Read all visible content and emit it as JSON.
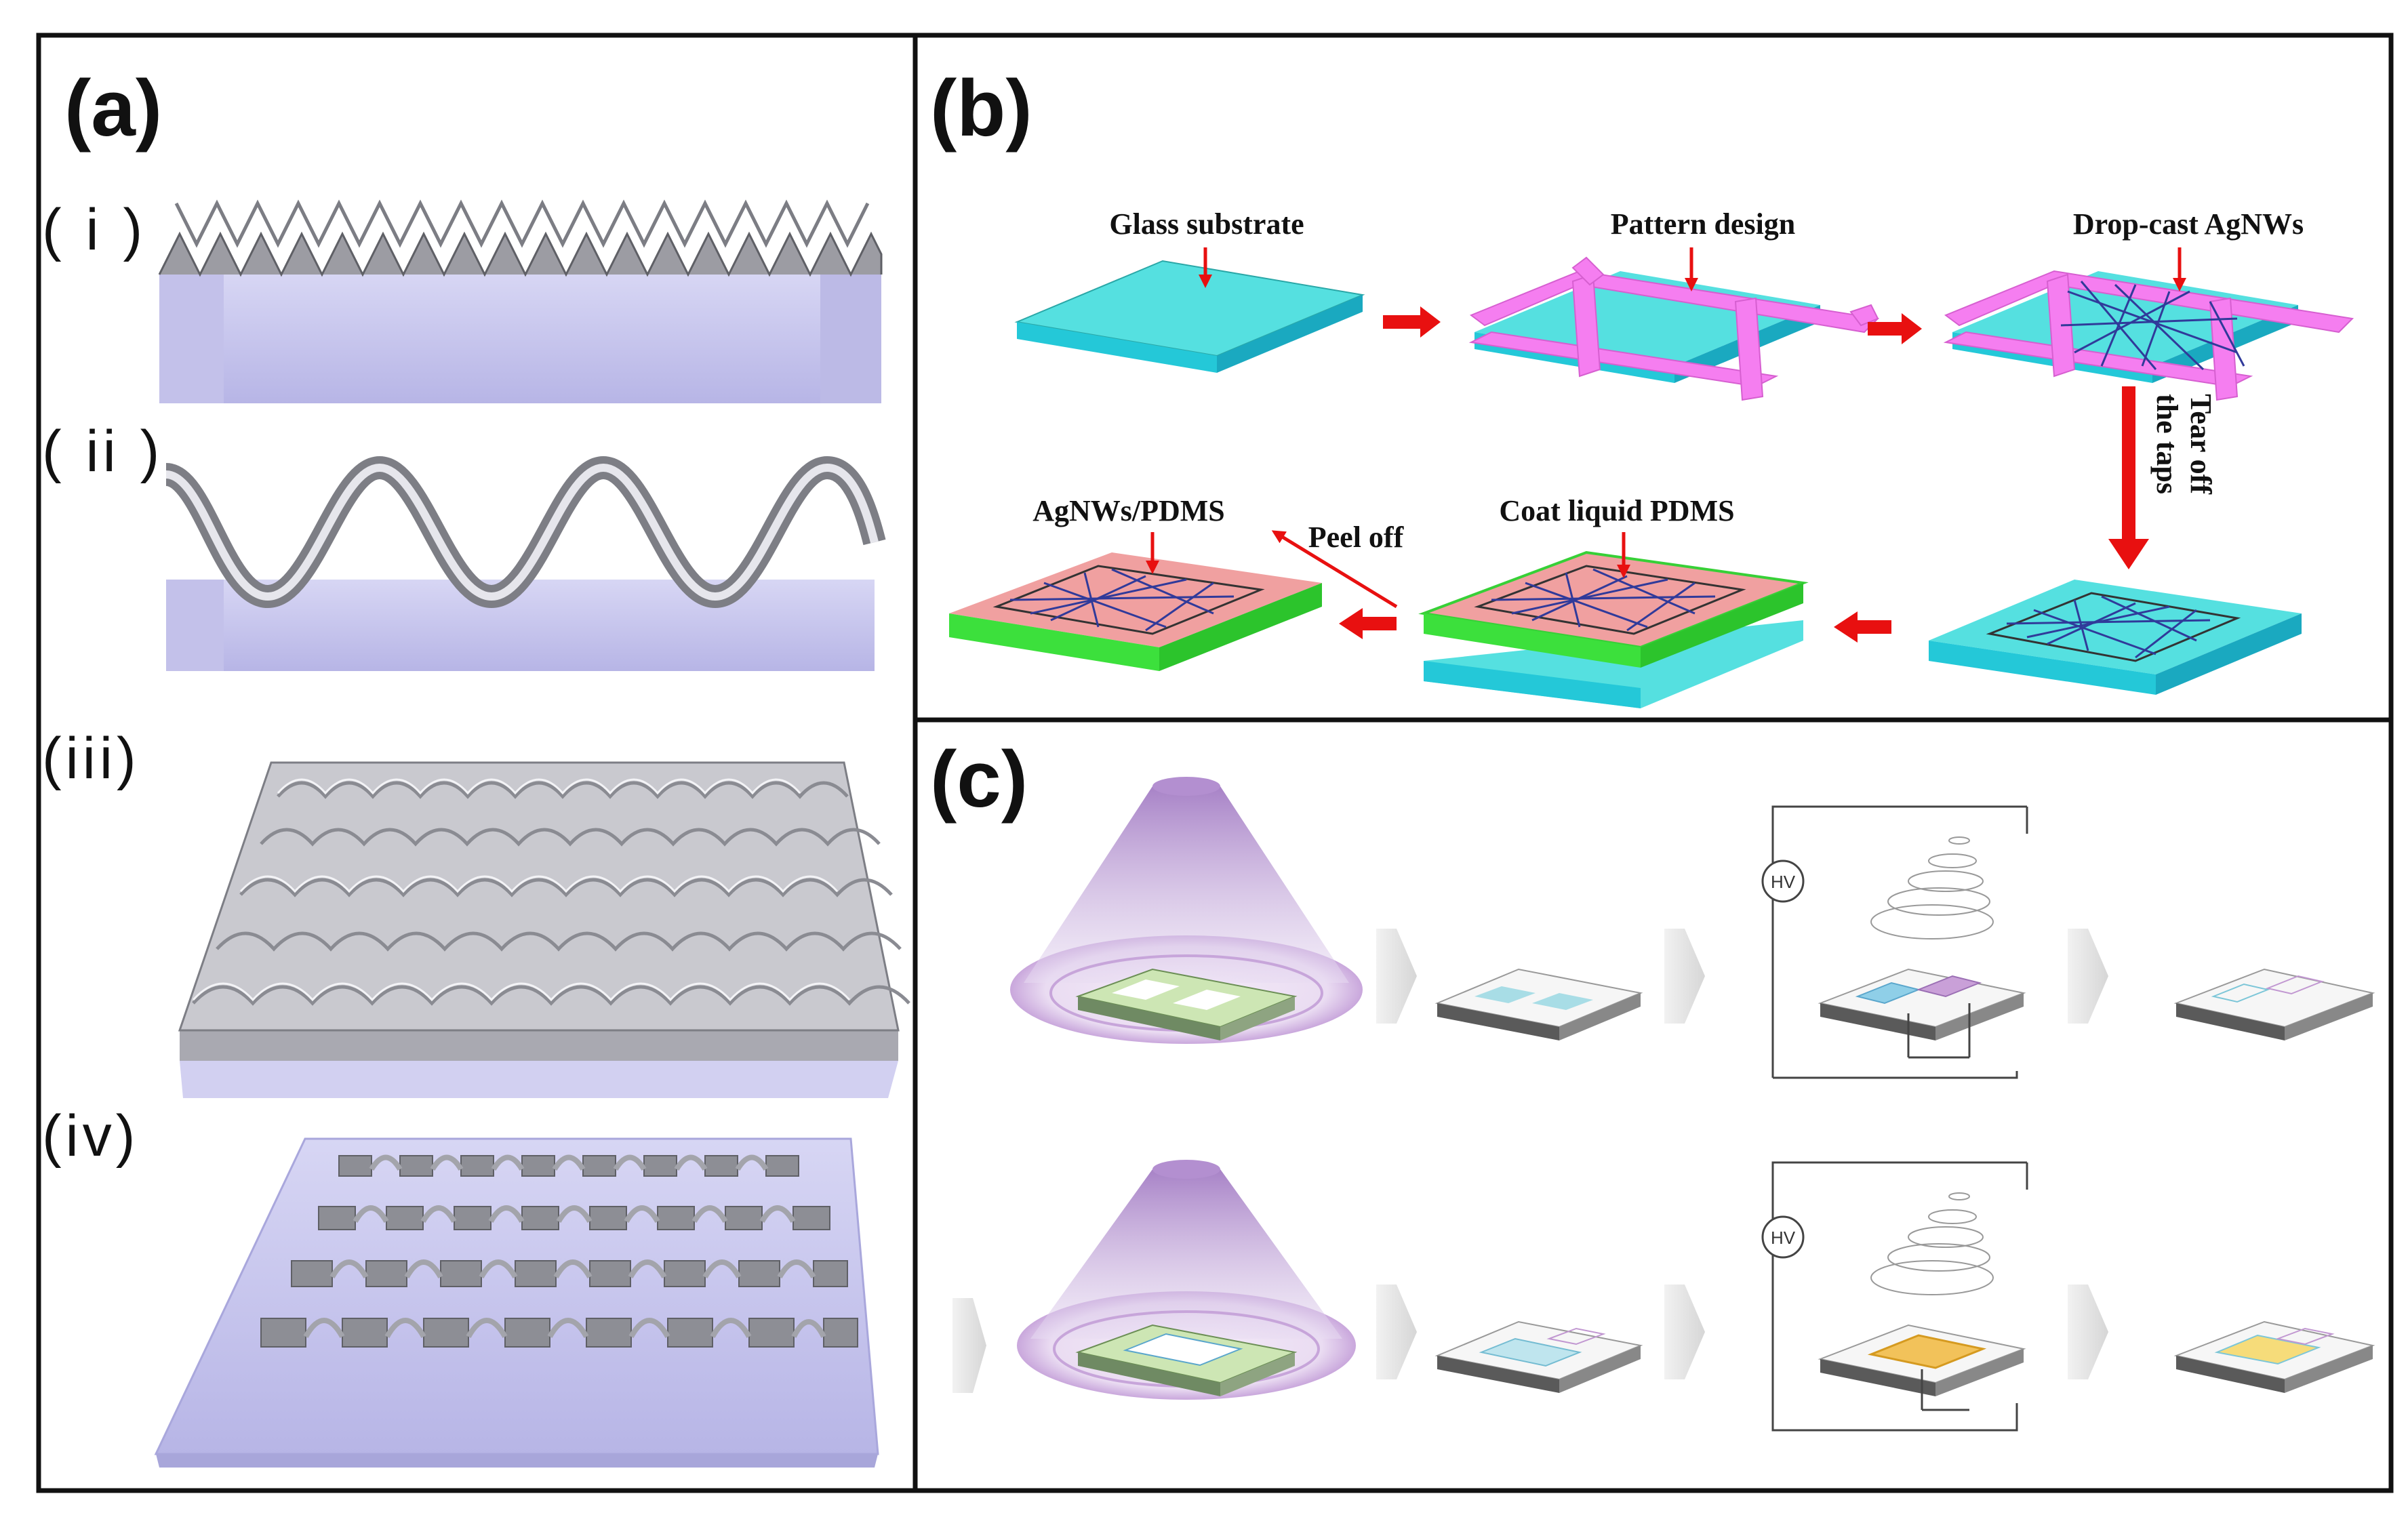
{
  "panels": {
    "a": {
      "label": "(a)",
      "items": [
        {
          "tag": "( i )"
        },
        {
          "tag": "( ii )"
        },
        {
          "tag": "(iii)"
        },
        {
          "tag": "(iv)"
        }
      ]
    },
    "b": {
      "label": "(b)",
      "steps": {
        "glass": "Glass substrate",
        "pattern": "Pattern design",
        "dropcast": "Drop-cast AgNWs",
        "tear_line1": "Tear off",
        "tear_line2": "the taps",
        "coat": "Coat liquid PDMS",
        "peel": "Peel off",
        "final": "AgNWs/PDMS"
      }
    },
    "c": {
      "label": "(c)",
      "hv1": "HV",
      "hv2": "HV"
    }
  },
  "colors": {
    "substrate_cyan": "#4fdede",
    "tape_pink": "#f57ef0",
    "pdms_green": "#3ce03c",
    "pdms_pink": "#f0a0a0",
    "arrow_red": "#e81010",
    "nanowire_blue": "#303a9a",
    "slab_lavender": "#c6c4ee",
    "uv_purple": "#b89ad2"
  }
}
